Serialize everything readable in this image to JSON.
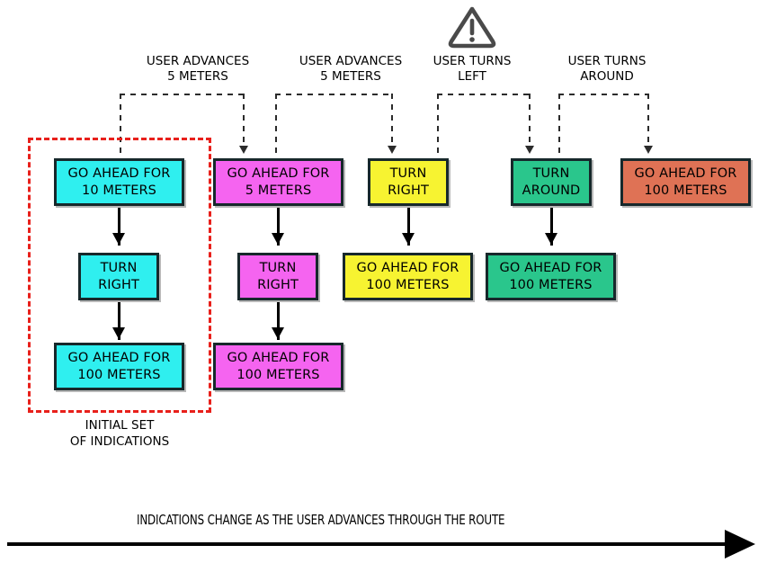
{
  "diagram": {
    "title": "Indications change as the user advances through the route",
    "colors": {
      "cyan": "#2FEFEF",
      "magenta": "#F564F0",
      "yellow": "#F7F331",
      "green": "#2AC68C",
      "orange": "#DF7255",
      "box_border": "#17282b",
      "highlight_red": "#E8201B",
      "dashed_connector": "#2B2B2B",
      "warning_icon": "#4A4A4A",
      "arrow_black": "#000000"
    },
    "columns": [
      {
        "id": "col-initial",
        "color_key": "cyan",
        "color": "#2FEFEF",
        "boxes": [
          {
            "lines": [
              "GO AHEAD FOR",
              "10 METERS"
            ]
          },
          {
            "lines": [
              "TURN",
              "RIGHT"
            ]
          },
          {
            "lines": [
              "GO AHEAD FOR",
              "100 METERS"
            ]
          }
        ]
      },
      {
        "id": "col-second",
        "color_key": "magenta",
        "color": "#F564F0",
        "boxes": [
          {
            "lines": [
              "GO AHEAD FOR",
              "5 METERS"
            ]
          },
          {
            "lines": [
              "TURN",
              "RIGHT"
            ]
          },
          {
            "lines": [
              "GO AHEAD FOR",
              "100 METERS"
            ]
          }
        ]
      },
      {
        "id": "col-third",
        "color_key": "yellow",
        "color": "#F7F331",
        "boxes": [
          {
            "lines": [
              "TURN",
              "RIGHT"
            ]
          },
          {
            "lines": [
              "GO AHEAD FOR",
              "100 METERS"
            ]
          }
        ]
      },
      {
        "id": "col-fourth",
        "color_key": "green",
        "color": "#2AC68C",
        "boxes": [
          {
            "lines": [
              "TURN",
              "AROUND"
            ]
          },
          {
            "lines": [
              "GO AHEAD FOR",
              "100 METERS"
            ]
          }
        ]
      },
      {
        "id": "col-fifth",
        "color_key": "orange",
        "color": "#DF7255",
        "boxes": [
          {
            "lines": [
              "GO AHEAD FOR",
              "100 METERS"
            ]
          }
        ]
      }
    ],
    "events": [
      {
        "id": "event-1",
        "lines": [
          "USER ADVANCES",
          "5 METERS"
        ],
        "has_warning": false
      },
      {
        "id": "event-2",
        "lines": [
          "USER ADVANCES",
          "5 METERS"
        ],
        "has_warning": false
      },
      {
        "id": "event-3",
        "lines": [
          "USER TURNS",
          "LEFT"
        ],
        "has_warning": true
      },
      {
        "id": "event-4",
        "lines": [
          "USER TURNS",
          "AROUND"
        ],
        "has_warning": false
      }
    ],
    "highlight": {
      "label_lines": [
        "INITIAL SET",
        "OF INDICATIONS"
      ]
    },
    "timeline": {
      "caption": "INDICATIONS CHANGE AS THE USER ADVANCES THROUGH THE ROUTE"
    },
    "warning_icon_name": "warning-triangle-icon"
  }
}
